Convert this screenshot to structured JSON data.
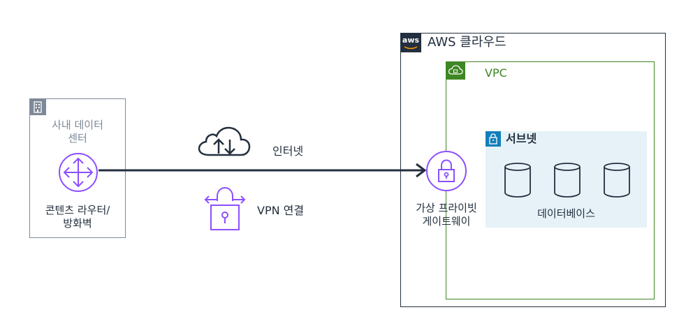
{
  "onprem": {
    "title": "사내 데이터\n센터",
    "router_label": "콘텐츠 라우터/\n방화벽"
  },
  "connections": {
    "internet_label": "인터넷",
    "vpn_label": "VPN 연결"
  },
  "cloud": {
    "badge": "aws",
    "title": "AWS 클라우드"
  },
  "vpc": {
    "title": "VPC"
  },
  "subnet": {
    "title": "서브넷",
    "db_label": "데이터베이스"
  },
  "gateway": {
    "label": "가상 프라이빗\n게이트웨이"
  },
  "colors": {
    "dark": "#232f3e",
    "gray": "#7d8998",
    "vpc_green": "#3f8624",
    "subnet_blue": "#147eba",
    "subnet_fill": "#e6f2f8",
    "purple": "#8c4fff"
  }
}
